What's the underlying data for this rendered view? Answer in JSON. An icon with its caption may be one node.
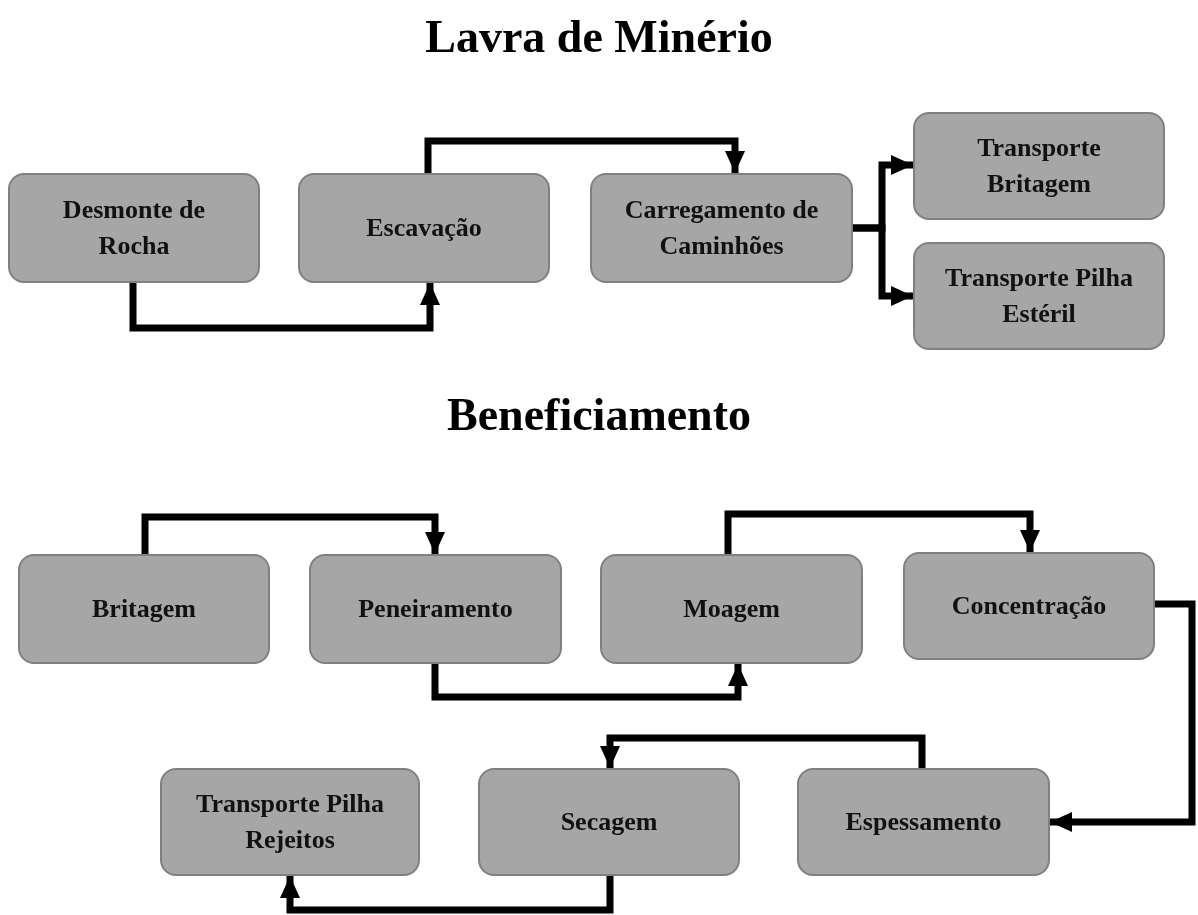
{
  "diagram": {
    "title": "Lavra de Minério",
    "nodes": [
      {
        "text": [
          "Desmonte de Rocha"
        ]
      },
      {
        "text": [
          "Escavação"
        ]
      },
      {
        "text": [
          "Carregamento de Caminhões"
        ]
      },
      {
        "text": [
          "Transporte Britagem"
        ]
      },
      {
        "text": [
          "Transporte Pilha Estéril"
        ]
      },
      {
        "text": [
          "Britagem"
        ]
      },
      {
        "text": [
          "Peneiramento"
        ]
      },
      {
        "text": [
          "Moagem"
        ]
      },
      {
        "text": [
          "Concentração"
        ]
      },
      {
        "text": [
          "Transporte Pilha Rejeitos"
        ]
      },
      {
        "text": [
          "Secagem"
        ]
      },
      {
        "text": [
          "Espessamento"
        ]
      }
    ],
    "edges": [
      {
        "from": 0,
        "to": 1,
        "arrow": "to"
      },
      {
        "from": 1,
        "to": 2,
        "arrow": "to"
      },
      {
        "from": 2,
        "to": 3,
        "arrow": "to"
      },
      {
        "from": 2,
        "to": 4,
        "arrow": "to"
      },
      {
        "from": 5,
        "to": 6,
        "arrow": "to"
      },
      {
        "from": 6,
        "to": 7,
        "arrow": "to"
      },
      {
        "from": 7,
        "to": 8,
        "arrow": "to"
      },
      {
        "from": 8,
        "to": 11,
        "arrow": "to"
      },
      {
        "from": 11,
        "to": 10,
        "arrow": "to"
      },
      {
        "from": 10,
        "to": 9,
        "arrow": "to"
      }
    ],
    "labels": [
      "Beneficiamento"
    ]
  }
}
